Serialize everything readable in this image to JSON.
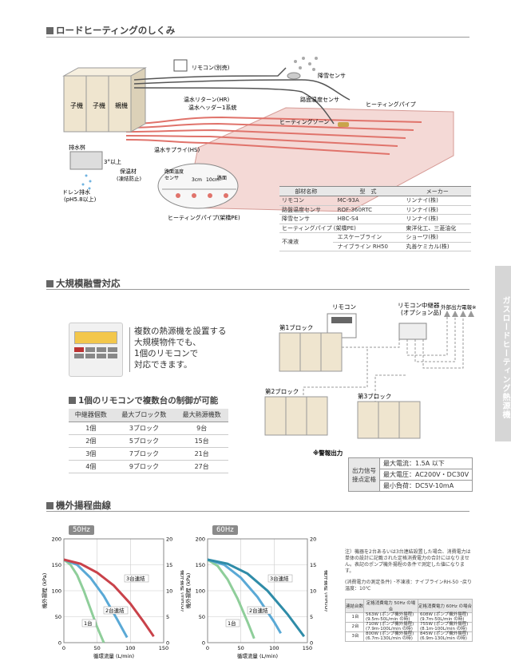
{
  "sections": {
    "s1": "ロードヒーティングのしくみ",
    "s2": "大規模融雪対応",
    "s3": "機外揚程曲線"
  },
  "side_tab": "ガスロードヒーティング熱源機",
  "diagram": {
    "unit_labels": [
      "子機",
      "子機",
      "親機"
    ],
    "remote": "リモコン(別売)",
    "snow_sensor": "降雪センサ",
    "road_temp_sensor": "路面温度センサ",
    "heating_pipe": "ヒーティングパイプ",
    "heating_zone": "ヒーティングゾーン",
    "hot_return": "温水リターン(HR)",
    "header": "温水ヘッダー1系統",
    "supply": "温水サプライ(HS)",
    "drain_pit": "排水桝",
    "insulation": "保温材\n(凍結防止)",
    "slope": "3°以上",
    "drain": "ドレン排水\n(pH5.8以上)",
    "cross_sensor": "路面温度\nセンサ",
    "cross_road": "路面",
    "dim1": "3cm",
    "dim2": "10cm",
    "cross_pipe": "ヒーティングパイプ(架橋PE)"
  },
  "spec_table": {
    "headers": [
      "部材名称",
      "型　式",
      "メーカー"
    ],
    "rows": [
      [
        "リモコン",
        "MC-93A",
        "リンナイ(株)"
      ],
      [
        "路盤温度センサ",
        "ROF-360RTC",
        "リンナイ(株)"
      ],
      [
        "降雪センサ",
        "HBC-S4",
        "リンナイ(株)"
      ],
      [
        "ヒーティングパイプ (架橋PE)",
        "",
        "東洋化工、三菱油化"
      ],
      [
        "不凍液",
        "エスケーブライン",
        "ショーワ(株)"
      ],
      [
        "",
        "ナイブライン RH50",
        "丸善ケミカル(株)"
      ]
    ]
  },
  "large": {
    "desc": "複数の熱源機を設置する\n大規模物件でも、\n1個のリモコンで\n対応できます。",
    "subhead": "1個のリモコンで複数台の制御が可能",
    "table_headers": [
      "中継器個数",
      "最大ブロック数",
      "最大熱源機数"
    ],
    "table_rows": [
      [
        "1個",
        "3ブロック",
        "9台"
      ],
      [
        "2個",
        "5ブロック",
        "15台"
      ],
      [
        "3個",
        "7ブロック",
        "21台"
      ],
      [
        "4個",
        "9ブロック",
        "27台"
      ]
    ],
    "remote": "リモコン",
    "relay": "リモコン中継器\n(オプション品)",
    "ext_out": "外部出力電報※",
    "block1": "第1ブロック",
    "block2": "第2ブロック",
    "block3": "第3ブロック",
    "alarm": "※警報出力",
    "out_label": "出力信号\n接点定格",
    "out_rows": [
      "最大電流：1.5A 以下",
      "最大電圧：AC200V・DC30V",
      "最小負荷：DC5V-10mA"
    ]
  },
  "charts": {
    "left_tag": "50Hz",
    "right_tag": "60Hz",
    "ylabel_left": "機外揚程 (kPa)",
    "ylabel_right": "機外揚程 (mH₂O)",
    "xlabel": "循環流量 (L/min)",
    "c50_labels": [
      "3台連結",
      "2台連結",
      "1台"
    ],
    "c60_labels": [
      "3台連結",
      "2台連結",
      "1台"
    ]
  },
  "chart_data": [
    {
      "type": "line",
      "title": "50Hz",
      "xlabel": "循環流量 (L/min)",
      "ylabel": "機外揚程 (kPa)",
      "xlim": [
        0,
        150
      ],
      "ylim": [
        0,
        200
      ],
      "y2lim": [
        0,
        20
      ],
      "xticks": [
        0,
        50,
        100,
        150
      ],
      "yticks": [
        0,
        50,
        100,
        150,
        200
      ],
      "y2ticks": [
        0,
        5,
        10,
        15,
        20
      ],
      "series": [
        {
          "name": "1台",
          "color": "#8fce9a",
          "x": [
            0,
            10,
            20,
            30,
            40,
            50,
            60
          ],
          "y": [
            160,
            150,
            130,
            100,
            65,
            30,
            0
          ]
        },
        {
          "name": "2台連結",
          "color": "#5aa9d6",
          "x": [
            0,
            20,
            40,
            60,
            80,
            95
          ],
          "y": [
            160,
            150,
            125,
            90,
            45,
            10
          ]
        },
        {
          "name": "3台連結",
          "color": "#c9424a",
          "x": [
            0,
            25,
            50,
            75,
            100,
            120,
            135
          ],
          "y": [
            160,
            152,
            135,
            110,
            75,
            40,
            12
          ]
        }
      ]
    },
    {
      "type": "line",
      "title": "60Hz",
      "xlabel": "循環流量 (L/min)",
      "ylabel": "機外揚程 (kPa)",
      "xlim": [
        0,
        150
      ],
      "ylim": [
        0,
        200
      ],
      "y2lim": [
        0,
        20
      ],
      "xticks": [
        0,
        50,
        100,
        150
      ],
      "yticks": [
        0,
        50,
        100,
        150,
        200
      ],
      "y2ticks": [
        0,
        5,
        10,
        15,
        20
      ],
      "series": [
        {
          "name": "1台",
          "color": "#8fce9a",
          "x": [
            0,
            15,
            30,
            45,
            60,
            70
          ],
          "y": [
            160,
            148,
            122,
            85,
            40,
            8
          ]
        },
        {
          "name": "2台連結",
          "color": "#5aa9d6",
          "x": [
            0,
            25,
            50,
            75,
            100,
            110
          ],
          "y": [
            160,
            150,
            125,
            88,
            40,
            18
          ]
        },
        {
          "name": "3台連結",
          "color": "#2f8ca8",
          "x": [
            0,
            30,
            60,
            90,
            120,
            145
          ],
          "y": [
            160,
            152,
            133,
            100,
            55,
            12
          ]
        }
      ]
    }
  ],
  "notes": {
    "text": "注）機器を2台あるいは3台連結設置した場合、消費電力は単体の設計に記載された定格消費電力の合計にはなりません。表記のポンプ機外揚程の条件で測定した値になります。",
    "cond": "(消費電力の測定条件) ･不凍液：ナイブラインRH-50 ･戻り温度：10℃",
    "pw_headers": [
      "連結台数",
      "定格消費電力 50Hz の場合",
      "定格消費電力 60Hz の場合"
    ],
    "pw_rows": [
      [
        "1台",
        "563W (ポンプ機外揚程)\n(9.5m-50L/min の時)",
        "608W (ポンプ機外揚程)\n(9.7m-50L/min の時)"
      ],
      [
        "2台",
        "710W (ポンプ機外揚程)\n(7.9m-100L/min の時)",
        "755W (ポンプ機外揚程)\n(8.1m-100L/min の時)"
      ],
      [
        "3台",
        "800W (ポンプ機外揚程)\n(6.7m-130L/min の時)",
        "845W (ポンプ機外揚程)\n(6.9m-130L/min の時)"
      ]
    ]
  }
}
